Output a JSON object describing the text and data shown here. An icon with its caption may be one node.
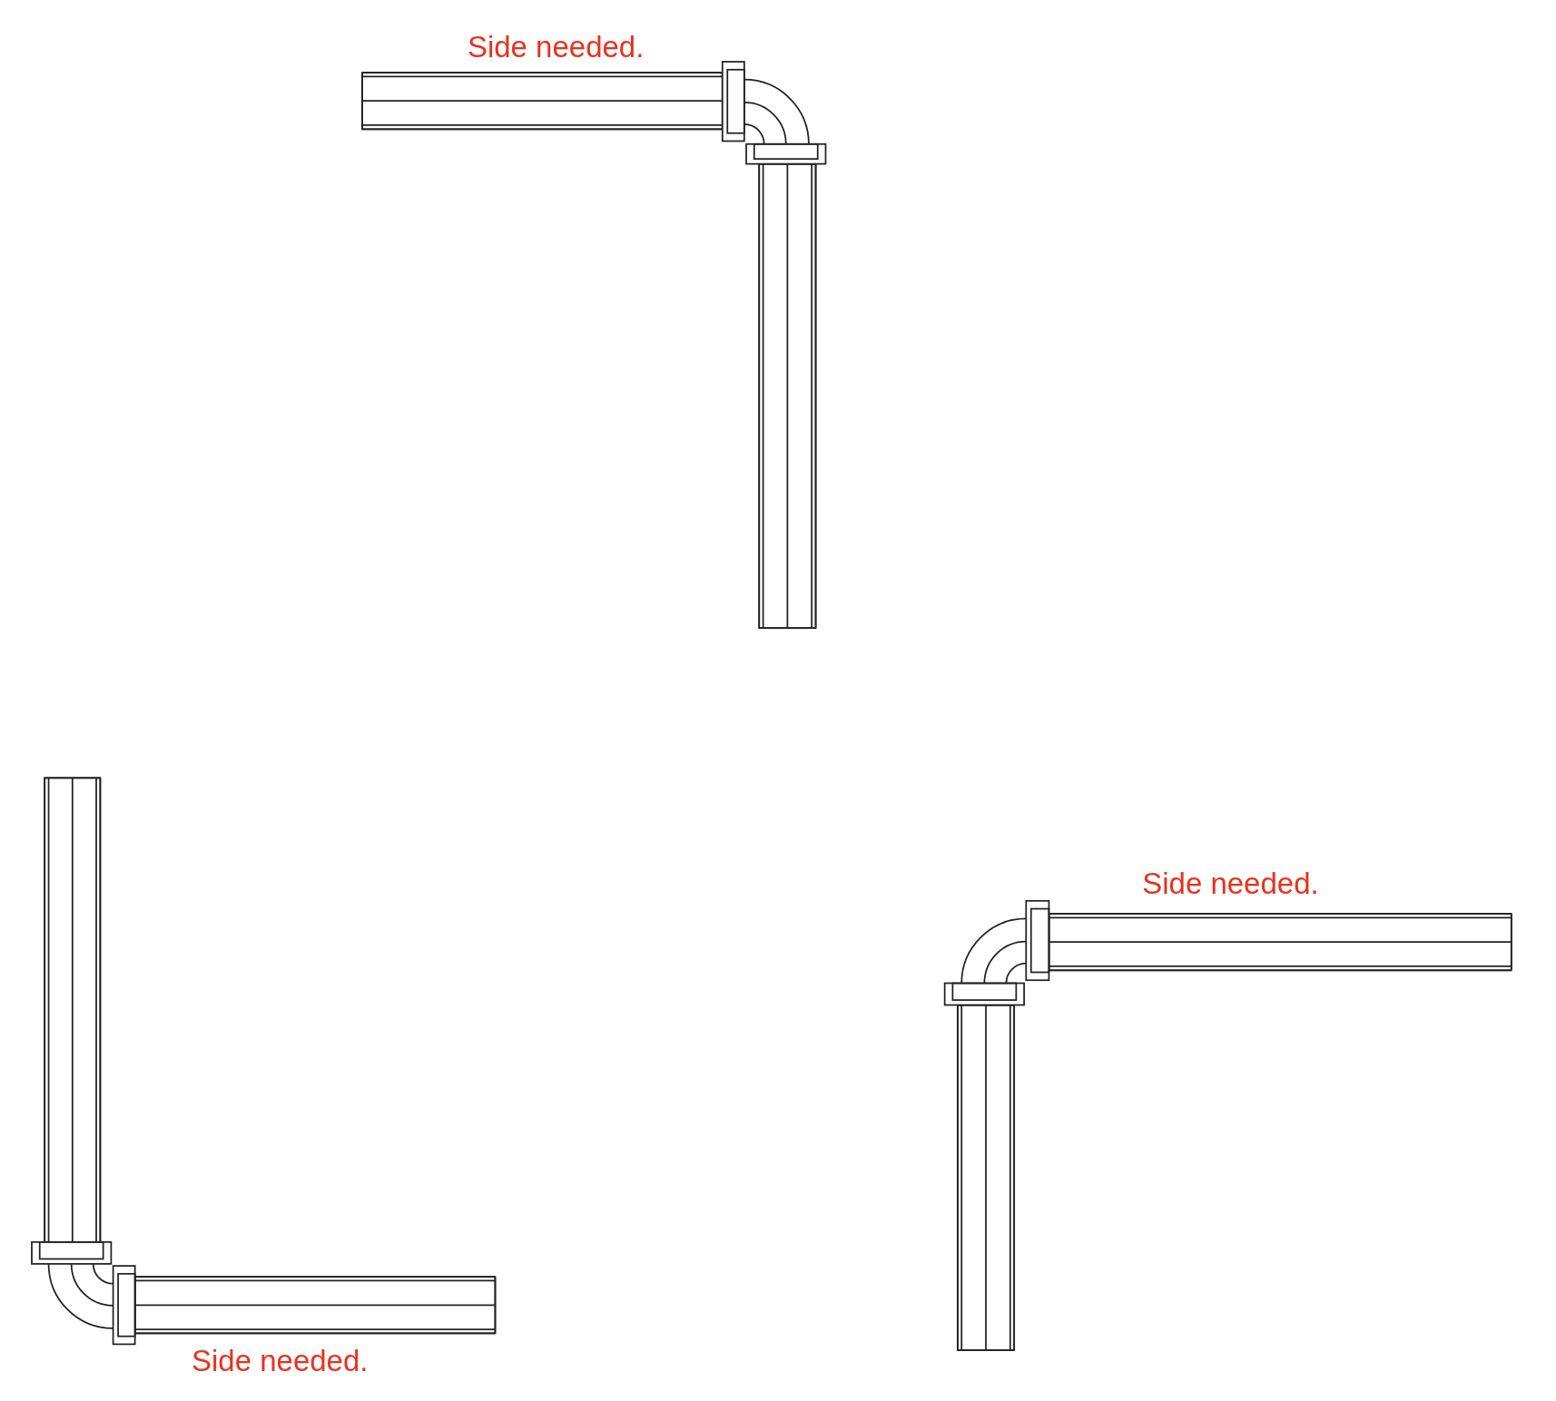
{
  "diagram": {
    "labels": [
      "Side needed.",
      "Side needed.",
      "Side needed."
    ]
  }
}
